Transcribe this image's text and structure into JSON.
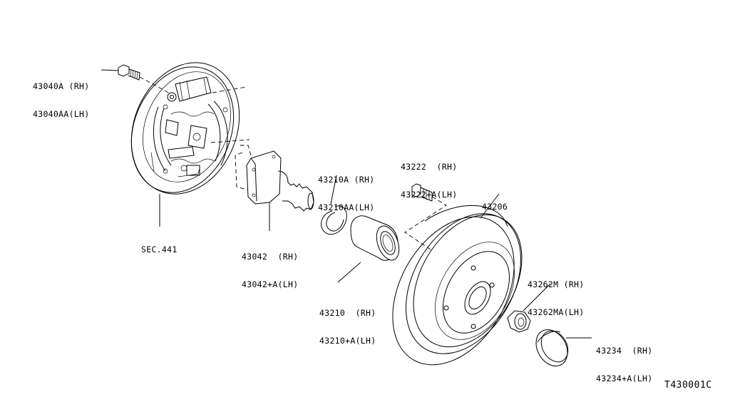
{
  "diagram_code": "T430001C",
  "parts": [
    {
      "id": "backing-plate-bolt",
      "lines": [
        "43040A (RH)",
        "43040AA(LH)"
      ]
    },
    {
      "id": "brake-backing-plate",
      "lines": [
        "SEC.441"
      ]
    },
    {
      "id": "rear-axle-spindle",
      "lines": [
        "43042  (RH)",
        "43042+A(LH)"
      ]
    },
    {
      "id": "snap-ring",
      "lines": [
        "43210A (RH)",
        "43210AA(LH)"
      ]
    },
    {
      "id": "wheel-bearing",
      "lines": [
        "43210  (RH)",
        "43210+A(LH)"
      ]
    },
    {
      "id": "hub-bolt",
      "lines": [
        "43222  (RH)",
        "43222+A(LH)"
      ]
    },
    {
      "id": "brake-drum",
      "lines": [
        "43206"
      ]
    },
    {
      "id": "axle-nut",
      "lines": [
        "43262M (RH)",
        "43262MA(LH)"
      ]
    },
    {
      "id": "hub-cap",
      "lines": [
        "43234  (RH)",
        "43234+A(LH)"
      ]
    }
  ]
}
